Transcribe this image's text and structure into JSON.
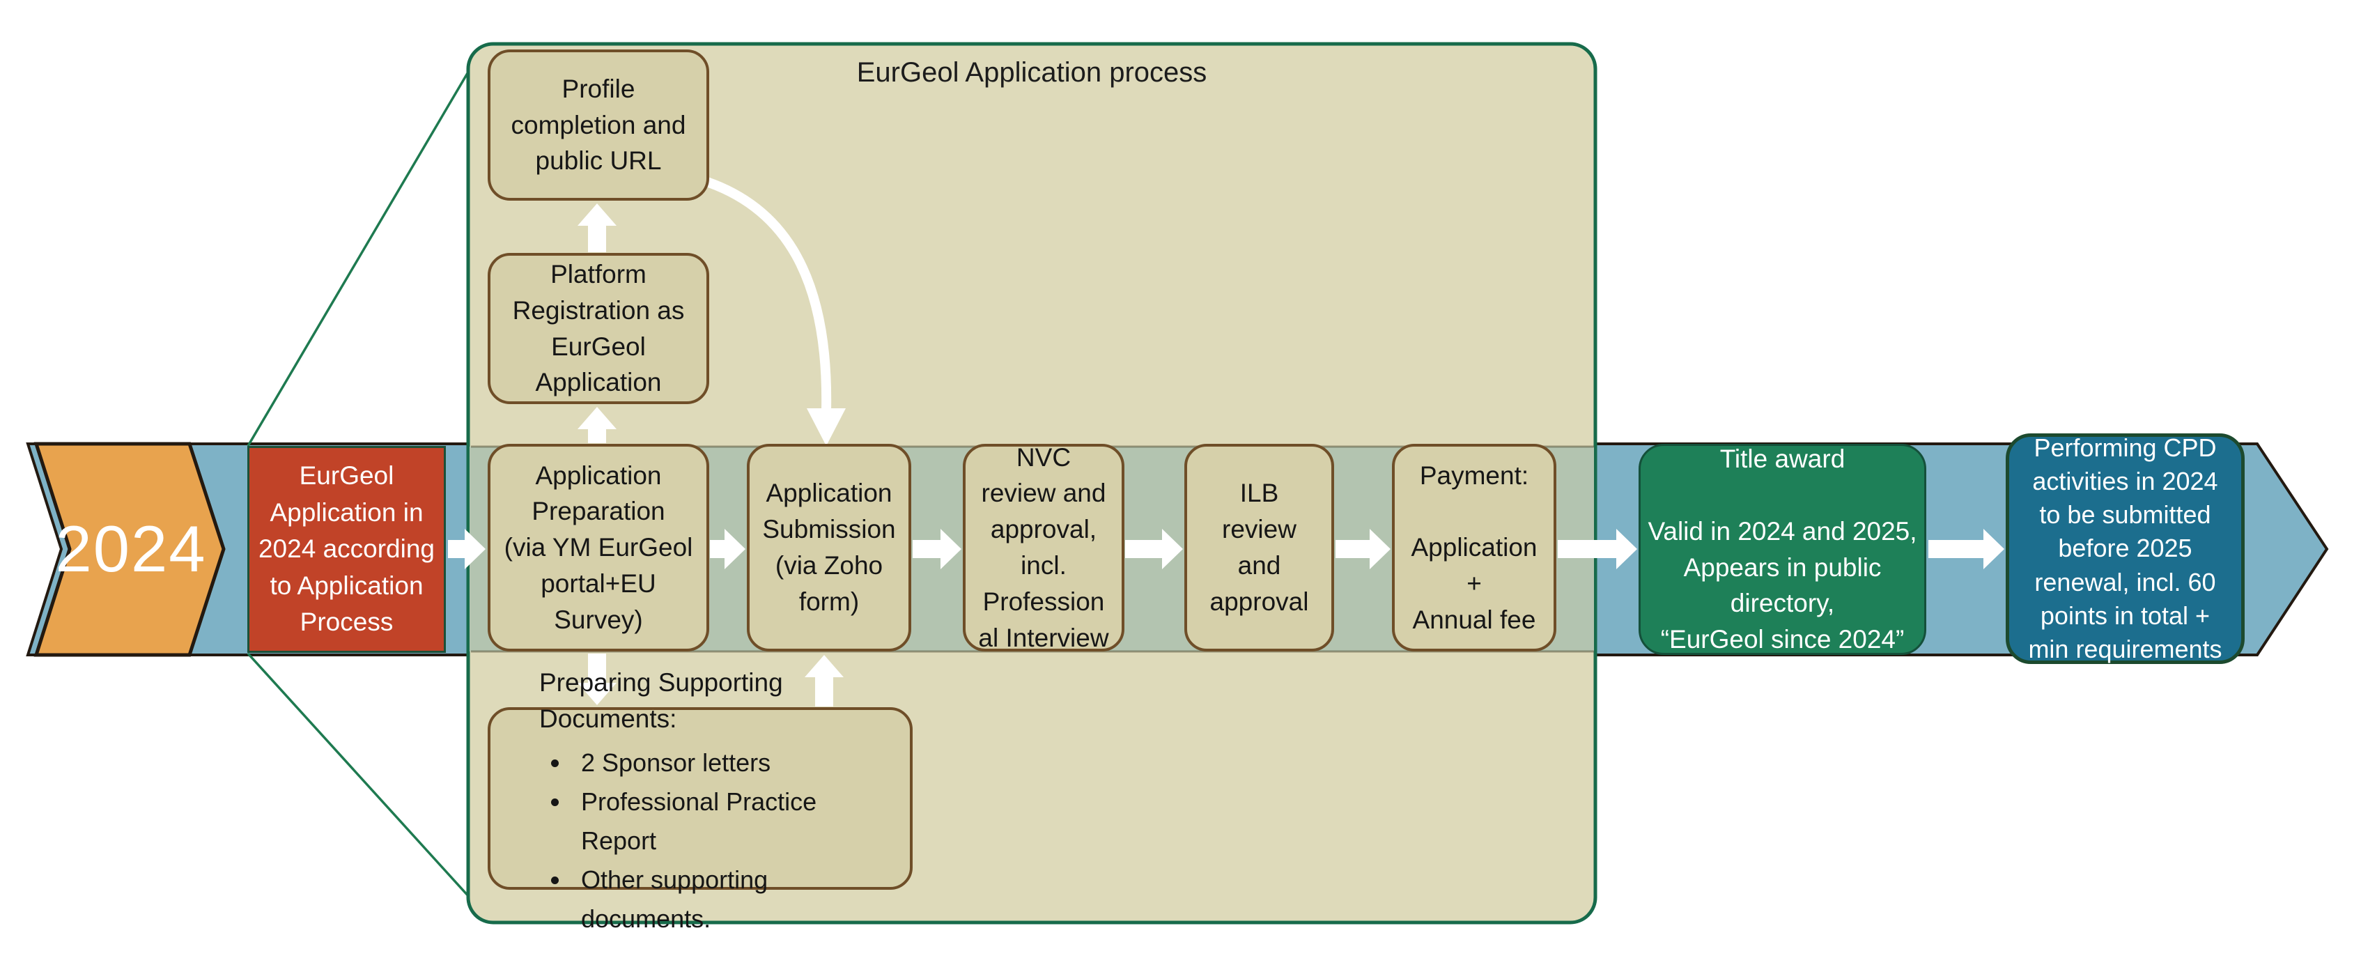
{
  "diagram": {
    "year_badge": "2024",
    "container_title": "EurGeol Application process",
    "red_box_text": "EurGeol\nApplication in\n2024 according\nto Application\nProcess",
    "boxes": {
      "profile": "Profile\ncompletion and\npublic URL",
      "platform": "Platform\nRegistration as\nEurGeol\nApplication",
      "preparation": "Application\nPreparation\n(via YM EurGeol\nportal+EU\nSurvey)",
      "submission": "Application\nSubmission\n(via Zoho\nform)",
      "nvc": "NVC\nreview and\napproval,\nincl.\nProfession\nal Interview",
      "ilb": "ILB\nreview\nand\napproval",
      "payment": "Payment:\n\nApplication\n+\nAnnual fee",
      "title_award": "Title award\n\nValid in 2024 and 2025,\nAppears in public\ndirectory,\n“EurGeol since 2024”",
      "cpd": "Performing CPD\nactivities in 2024\nto be submitted\nbefore 2025\nrenewal, incl. 60\npoints in total +\nmin requirements"
    },
    "supporting_docs": {
      "title": "Preparing Supporting Documents:",
      "items": [
        "2 Sponsor letters",
        "Professional Practice Report",
        "Other supporting documents."
      ]
    },
    "colors": {
      "timeline_band": "#7EB2C6",
      "band_inside_container": "#B3C4B0",
      "band_outline": "#231910",
      "year_chevron": "#E8A34E",
      "red_box": "#C14328",
      "container_fill": "#DEDABA",
      "container_border": "#176B4B",
      "process_box_fill": "#D6D0AA",
      "process_box_border": "#6F4E28",
      "title_award_box": "#1E8058",
      "cpd_box": "#1C6E8E",
      "arrow": "#FFFFFF",
      "callout_line": "#1E7A50"
    }
  }
}
